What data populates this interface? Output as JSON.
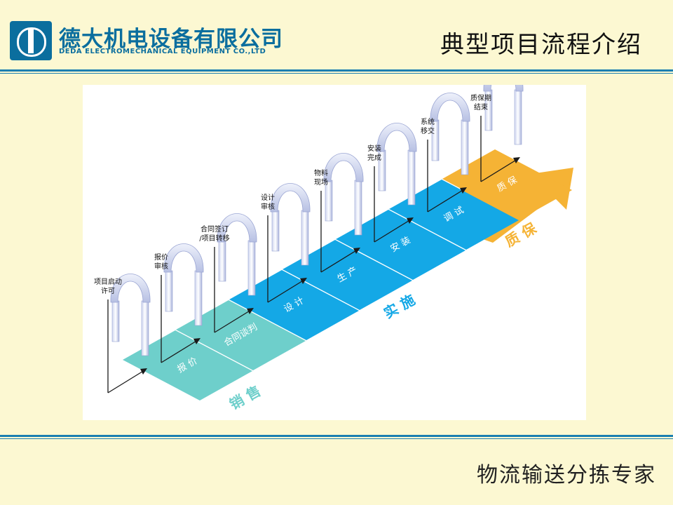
{
  "header": {
    "company_cn": "德大机电设备有限公司",
    "company_en": "DEDA ELECTROMECHANICAL EQUIPMENT CO.,LTD",
    "title": "典型项目流程介绍"
  },
  "footer": {
    "slogan": "物流输送分拣专家"
  },
  "colors": {
    "teal": "#6ecfcb",
    "blue": "#14a8e6",
    "orange": "#f5b335",
    "rule": "#1c7fb0",
    "background": "#fcf8d2"
  },
  "diagram": {
    "milestones": [
      {
        "line1": "项目启动",
        "line2": "许可"
      },
      {
        "line1": "报价",
        "line2": "审核"
      },
      {
        "line1": "合同签订",
        "line2": "/项目转移"
      },
      {
        "line1": "设计",
        "line2": "审核"
      },
      {
        "line1": "物料",
        "line2": "现场"
      },
      {
        "line1": "安装",
        "line2": "完成"
      },
      {
        "line1": "系统",
        "line2": "移交"
      },
      {
        "line1": "质保期",
        "line2": "结束"
      }
    ],
    "steps": [
      {
        "label": "报 价",
        "color": "teal"
      },
      {
        "label": "合同谈判",
        "color": "teal"
      },
      {
        "label": "设 计",
        "color": "blue"
      },
      {
        "label": "生 产",
        "color": "blue"
      },
      {
        "label": "安 装",
        "color": "blue"
      },
      {
        "label": "调 试",
        "color": "blue"
      },
      {
        "label": "质 保",
        "color": "orange"
      }
    ],
    "phases": [
      {
        "label": "销 售",
        "color": "teal"
      },
      {
        "label": "实 施",
        "color": "blue"
      },
      {
        "label": "质 保",
        "color": "orange"
      }
    ]
  }
}
